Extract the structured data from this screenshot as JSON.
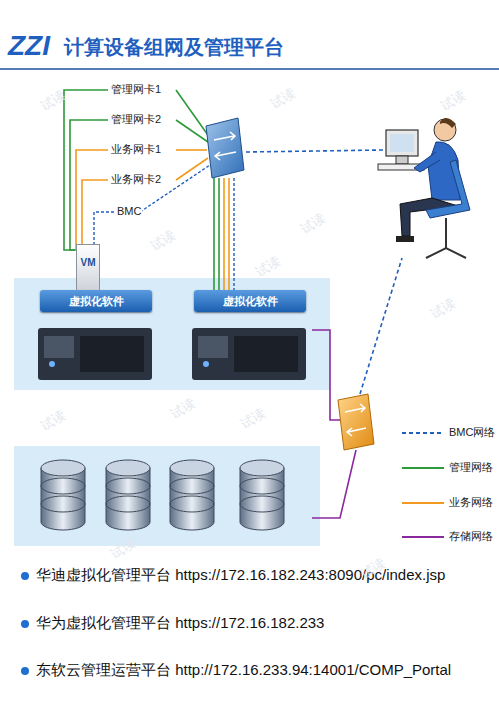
{
  "diagram": {
    "title": "计算设备组网及管理平台",
    "nodes": [
      {
        "text": [
          "VM"
        ]
      },
      {
        "text": [
          "虚拟化软件"
        ]
      },
      {
        "text": [
          "虚拟化软件"
        ]
      }
    ],
    "labels": [
      "ZZI",
      "管理网卡1",
      "管理网卡2",
      "业务网卡1",
      "业务网卡2",
      "BMC",
      "华迪虚拟化管理平台 https://172.16.182.243:8090/pc/index.jsp",
      "华为虚拟化管理平台 https://172.16.182.233",
      "东软云管理运营平台 http://172.16.233.94:14001/COMP_Portal",
      "试读",
      "试读",
      "试读",
      "试读",
      "试读",
      "试读",
      "试读",
      "试读",
      "试读",
      "试读",
      "试读",
      "试读"
    ],
    "legend": [
      {
        "text": "BMC网络"
      },
      {
        "text": "管理网络"
      },
      {
        "text": "业务网络"
      },
      {
        "text": "存储网络"
      }
    ]
  }
}
